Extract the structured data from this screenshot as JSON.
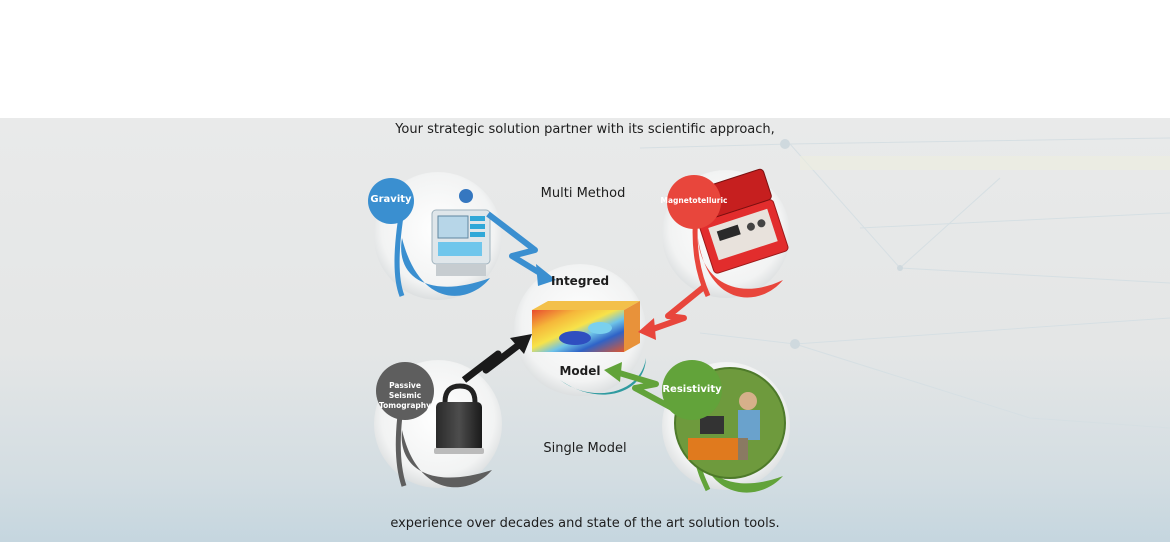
{
  "headline": "Your strategic solution partner with its  scientific approach,",
  "footer": "experience over decades and state of the art solution tools.",
  "diagram": {
    "top_caption": "Multi Method",
    "bottom_caption": "Single Model",
    "center_top_label": "Integred",
    "center_bottom_label": "Model",
    "methods": [
      {
        "label": "Gravity",
        "color": "#3a8fd0"
      },
      {
        "label": "Magnetotelluric",
        "color": "#e8463c"
      },
      {
        "label": "Passive Seismic Tomography",
        "color": "#5e5e5e"
      },
      {
        "label": "Resistivity",
        "color": "#62a33a"
      }
    ]
  }
}
